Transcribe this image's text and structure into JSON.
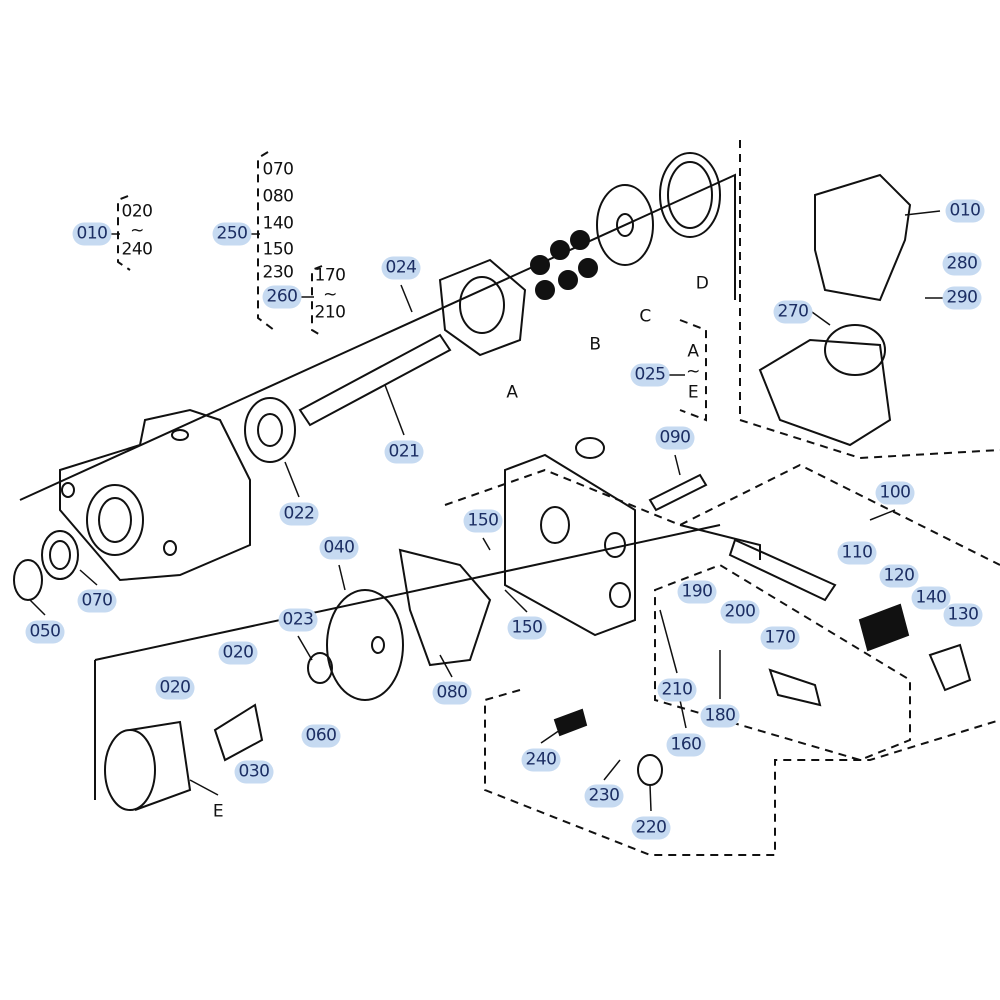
{
  "title": "Hydraulic pump exploded parts diagram",
  "highlight_color": "#c6daf1",
  "highlight_text_color": "#1c2e63",
  "labels": [
    {
      "text": "010",
      "highlighted": true
    },
    {
      "text": "020",
      "highlighted": false
    },
    {
      "text": "~",
      "highlighted": false
    },
    {
      "text": "240",
      "highlighted": false
    },
    {
      "text": "250",
      "highlighted": true
    },
    {
      "text": "070",
      "highlighted": false
    },
    {
      "text": "080",
      "highlighted": false
    },
    {
      "text": "140",
      "highlighted": false
    },
    {
      "text": "150",
      "highlighted": false
    },
    {
      "text": "230",
      "highlighted": false
    },
    {
      "text": "260",
      "highlighted": true
    },
    {
      "text": "170",
      "highlighted": false
    },
    {
      "text": "~",
      "highlighted": false
    },
    {
      "text": "210",
      "highlighted": false
    },
    {
      "text": "024",
      "highlighted": true
    },
    {
      "text": "A",
      "highlighted": false
    },
    {
      "text": "B",
      "highlighted": false
    },
    {
      "text": "C",
      "highlighted": false
    },
    {
      "text": "D",
      "highlighted": false
    },
    {
      "text": "021",
      "highlighted": true
    },
    {
      "text": "022",
      "highlighted": true
    },
    {
      "text": "070",
      "highlighted": true
    },
    {
      "text": "050",
      "highlighted": true
    },
    {
      "text": "010",
      "highlighted": true
    },
    {
      "text": "280",
      "highlighted": true
    },
    {
      "text": "290",
      "highlighted": true
    },
    {
      "text": "270",
      "highlighted": true
    },
    {
      "text": "025",
      "highlighted": true
    },
    {
      "text": "A",
      "highlighted": false
    },
    {
      "text": "~",
      "highlighted": false
    },
    {
      "text": "E",
      "highlighted": false
    },
    {
      "text": "090",
      "highlighted": true
    },
    {
      "text": "100",
      "highlighted": true
    },
    {
      "text": "150",
      "highlighted": true
    },
    {
      "text": "150",
      "highlighted": true
    },
    {
      "text": "040",
      "highlighted": true
    },
    {
      "text": "023",
      "highlighted": true
    },
    {
      "text": "020",
      "highlighted": true
    },
    {
      "text": "020",
      "highlighted": true
    },
    {
      "text": "060",
      "highlighted": true
    },
    {
      "text": "030",
      "highlighted": true
    },
    {
      "text": "080",
      "highlighted": true
    },
    {
      "text": "E",
      "highlighted": false
    },
    {
      "text": "110",
      "highlighted": true
    },
    {
      "text": "120",
      "highlighted": true
    },
    {
      "text": "140",
      "highlighted": true
    },
    {
      "text": "130",
      "highlighted": true
    },
    {
      "text": "190",
      "highlighted": true
    },
    {
      "text": "200",
      "highlighted": true
    },
    {
      "text": "170",
      "highlighted": true
    },
    {
      "text": "210",
      "highlighted": true
    },
    {
      "text": "180",
      "highlighted": true
    },
    {
      "text": "160",
      "highlighted": true
    },
    {
      "text": "240",
      "highlighted": true
    },
    {
      "text": "230",
      "highlighted": true
    },
    {
      "text": "220",
      "highlighted": true
    }
  ]
}
